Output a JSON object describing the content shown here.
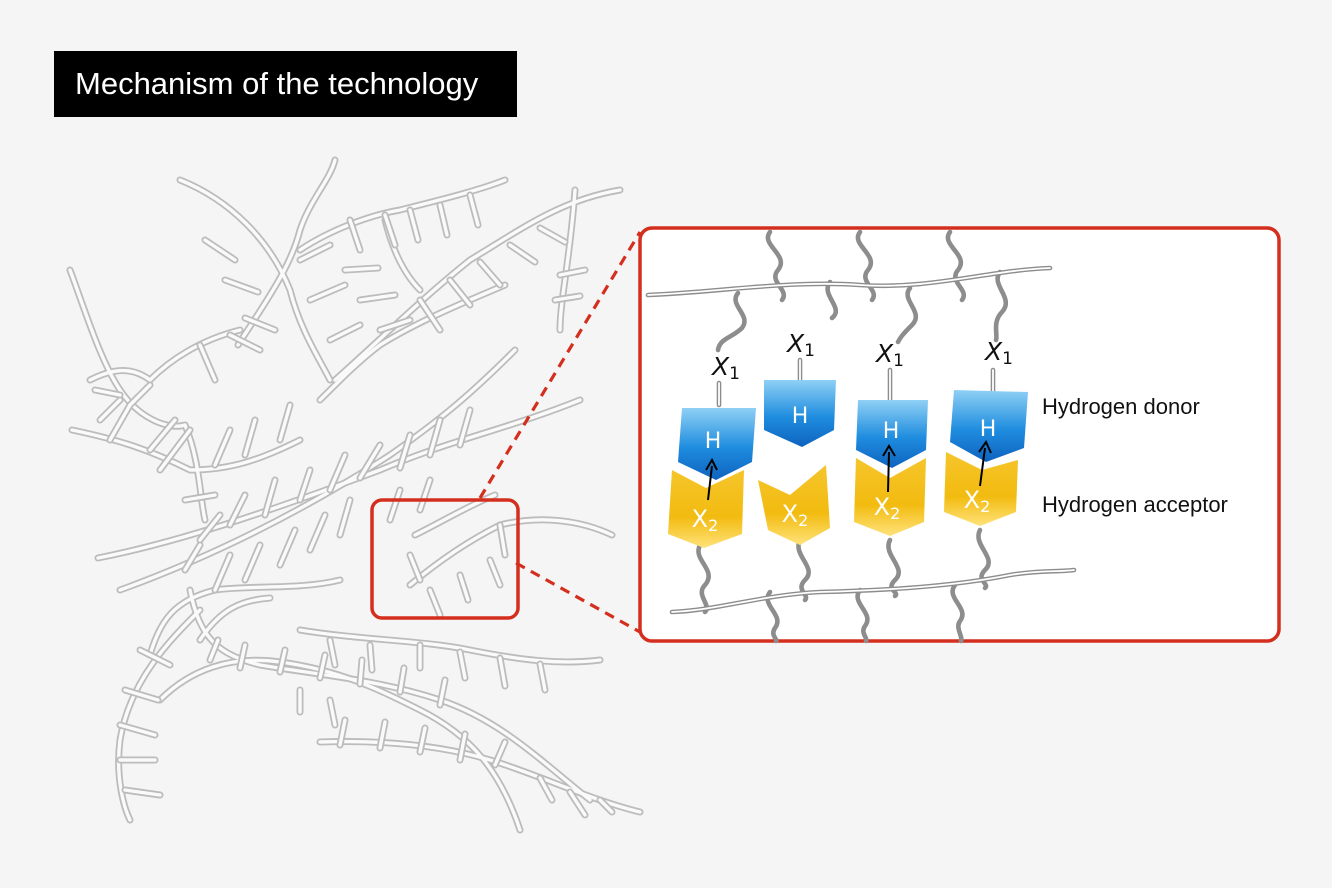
{
  "title": "Mechanism of the technology",
  "labels": {
    "donor": "Hydrogen donor",
    "acceptor": "Hydrogen acceptor"
  },
  "molecule": {
    "x_label": "X",
    "x1_sub": "1",
    "x2_sub": "2",
    "h_label": "H"
  },
  "colors": {
    "highlight_red": "#d42f1e",
    "donor_blue": "#1a7fd6",
    "acceptor_yellow": "#f2b90c",
    "network_gray": "#bcbcbc"
  }
}
